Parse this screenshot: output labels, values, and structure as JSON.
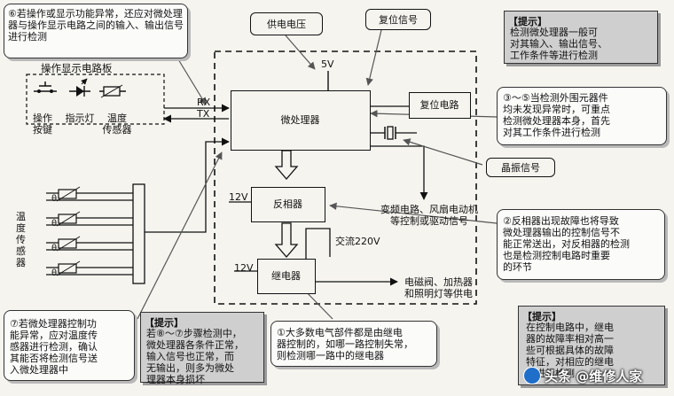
{
  "note6": "⑥若操作或显示功能异常，还应对微处理器与操作显示电路之间的输入、输出信号进行检测",
  "panel_title": "操作显示电路板",
  "panel_items": {
    "key": "操作\n按键",
    "led": "指示灯",
    "temp": "温度\n传感器"
  },
  "supply_voltage": "供电电压",
  "reset_signal": "复位信号",
  "v5": "5V",
  "rx": "RX",
  "tx": "TX",
  "mcu": "微处理器",
  "reset_circuit": "复位电路",
  "crystal_signal": "晶振信号",
  "v12a": "12V",
  "inverter": "反相器",
  "v12b": "12V",
  "relay": "继电器",
  "ac220": "交流220V",
  "drive_signals": "变频电路、风扇电动机\n等控制或驱动信号",
  "power_loads": "电磁阀、加热器\n和照明灯等供电",
  "temp_sensors_label": "温\n度\n传\n感\n器",
  "theta": "θ",
  "tip_top_right": {
    "header": "【提示】",
    "body": "检测微处理器一般可\n对其输入、输出信号、\n工作条件等进行检测"
  },
  "note35": "③～⑤当检测外围元器件\n均未发现异常时，可重点\n检测微处理器本身，首先\n对其工作条件进行检测",
  "note2": "②反相器出现故障也将导致\n微处理器输出的控制信号不\n能正常送出，对反相器的检测\n也是检测控制电路时重要\n的环节",
  "note7": "⑦若微处理器控制功\n能异常，应对温度传\n感器进行检测，确认\n其能否将检测信号送\n入微处理器中",
  "tip_mid": {
    "header": "【提示】",
    "body": "若⑧～⑦步骤检测中，\n微处理器各条件正常，\n输入信号也正常，而\n无输出，则多为微处\n理器本身损坏"
  },
  "note1": "①大多数电气部件都是由继电\n器控制的，如哪一路控制失常，\n则检测哪一路中的继电器",
  "tip_bottom_right": {
    "header": "【提示】",
    "body": "在控制电路中，继电\n器的故障率相对高一\n些可根据具体的故障\n特征，对相应的继电\n器进行检测"
  },
  "watermark": "头条 @维修人家"
}
